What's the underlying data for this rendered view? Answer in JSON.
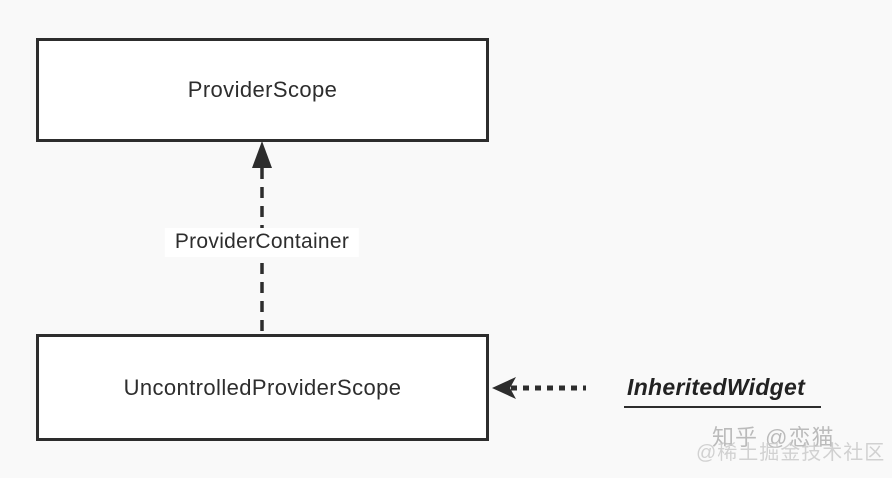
{
  "colors": {
    "background": "#f9f9f9",
    "box_fill": "#ffffff",
    "stroke": "#2d2d2d",
    "text": "#2d2d2d",
    "watermark_primary": "#b5b5b5",
    "watermark_secondary": "#cbcbcb"
  },
  "diagram": {
    "type": "class-hierarchy",
    "nodes": {
      "provider_scope": {
        "label": "ProviderScope"
      },
      "uncontrolled_provider_scope": {
        "label": "UncontrolledProviderScope"
      }
    },
    "edges": {
      "container_edge": {
        "label": "ProviderContainer",
        "style": "dashed",
        "direction": "up",
        "from": "UncontrolledProviderScope",
        "to": "ProviderScope"
      },
      "inherited_edge": {
        "label": "InheritedWidget",
        "style": "dotted",
        "direction": "left",
        "to": "UncontrolledProviderScope"
      }
    },
    "annotation": "InheritedWidget"
  },
  "watermarks": {
    "zhihu": "知乎 @恋猫",
    "juejin": "@稀土掘金技术社区"
  }
}
